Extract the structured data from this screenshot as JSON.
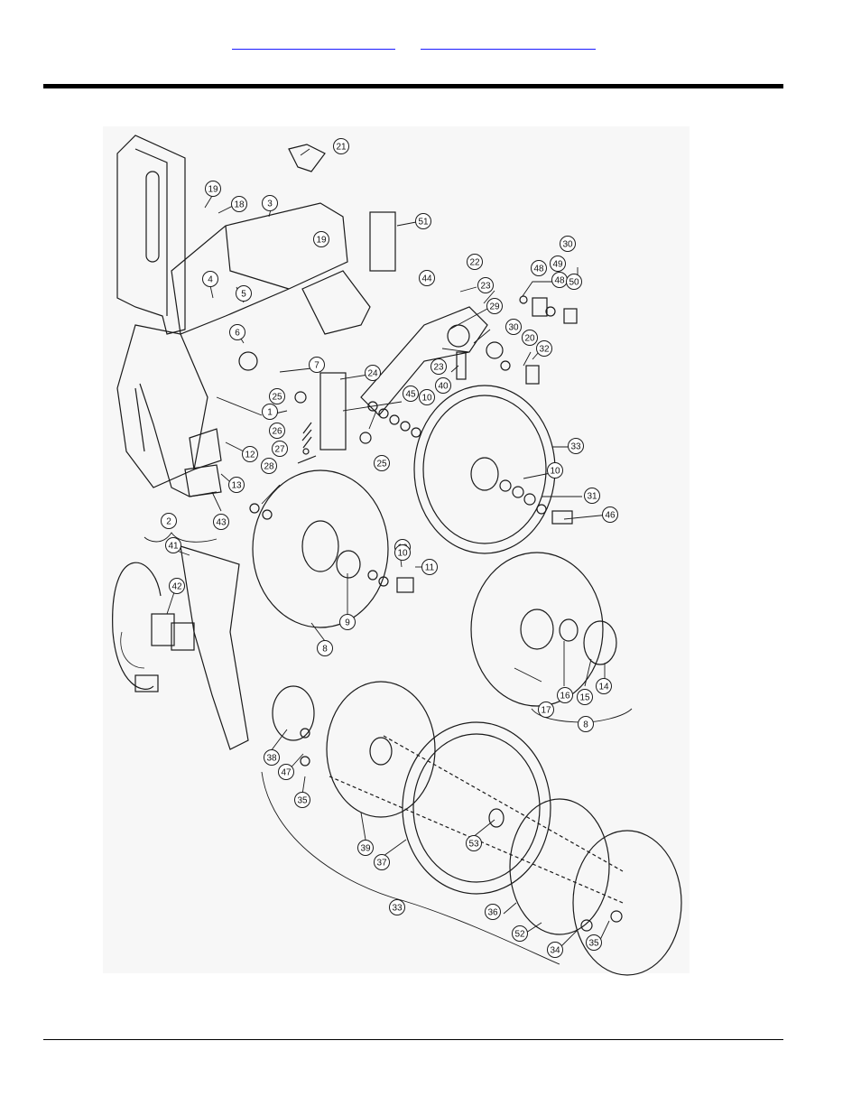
{
  "header": {
    "link_a": "",
    "link_b": ""
  },
  "diagram": {
    "callouts": [
      "1",
      "2",
      "3",
      "4",
      "5",
      "6",
      "7",
      "8",
      "8",
      "9",
      "10",
      "10",
      "10",
      "10",
      "11",
      "12",
      "13",
      "14",
      "15",
      "16",
      "17",
      "18",
      "19",
      "19",
      "20",
      "21",
      "22",
      "23",
      "23",
      "24",
      "25",
      "25",
      "26",
      "27",
      "28",
      "29",
      "30",
      "30",
      "31",
      "32",
      "33",
      "33",
      "34",
      "35",
      "35",
      "36",
      "37",
      "38",
      "39",
      "40",
      "41",
      "42",
      "43",
      "44",
      "45",
      "46",
      "47",
      "48",
      "48",
      "49",
      "50",
      "51",
      "52",
      "53"
    ]
  }
}
